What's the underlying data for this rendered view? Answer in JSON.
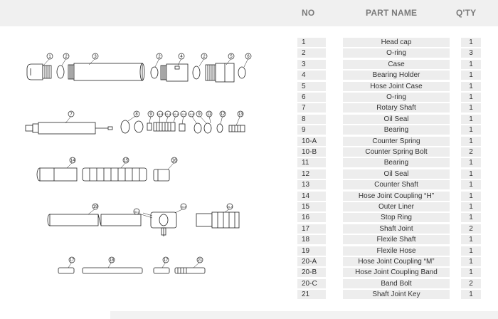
{
  "headers": {
    "no": "NO",
    "part_name": "PART NAME",
    "qty": "Q'TY"
  },
  "parts": [
    {
      "no": "1",
      "name": "Head cap",
      "qty": "1"
    },
    {
      "no": "2",
      "name": "O-ring",
      "qty": "3"
    },
    {
      "no": "3",
      "name": "Case",
      "qty": "1"
    },
    {
      "no": "4",
      "name": "Bearing Holder",
      "qty": "1"
    },
    {
      "no": "5",
      "name": "Hose Joint Case",
      "qty": "1"
    },
    {
      "no": "6",
      "name": "O-ring",
      "qty": "1"
    },
    {
      "no": "7",
      "name": "Rotary Shaft",
      "qty": "1"
    },
    {
      "no": "8",
      "name": "Oil Seal",
      "qty": "1"
    },
    {
      "no": "9",
      "name": "Bearing",
      "qty": "1"
    },
    {
      "no": "10-A",
      "name": "Counter Spring",
      "qty": "1"
    },
    {
      "no": "10-B",
      "name": "Counter Spring Bolt",
      "qty": "2"
    },
    {
      "no": "11",
      "name": "Bearing",
      "qty": "1"
    },
    {
      "no": "12",
      "name": "Oil Seal",
      "qty": "1"
    },
    {
      "no": "13",
      "name": "Counter Shaft",
      "qty": "1"
    },
    {
      "no": "14",
      "name": "Hose Joint Coupling “H”",
      "qty": "1"
    },
    {
      "no": "15",
      "name": "Outer Liner",
      "qty": "1"
    },
    {
      "no": "16",
      "name": "Stop Ring",
      "qty": "1"
    },
    {
      "no": "17",
      "name": "Shaft Joint",
      "qty": "2"
    },
    {
      "no": "18",
      "name": "Flexile Shaft",
      "qty": "1"
    },
    {
      "no": "19",
      "name": "Flexile Hose",
      "qty": "1"
    },
    {
      "no": "20-A",
      "name": "Hose Joint Coupling “M”",
      "qty": "1"
    },
    {
      "no": "20-B",
      "name": "Hose Joint Coupling Band",
      "qty": "1"
    },
    {
      "no": "20-C",
      "name": "Band Bolt",
      "qty": "2"
    },
    {
      "no": "21",
      "name": "Shaft Joint Key",
      "qty": "1"
    }
  ],
  "callouts": {
    "c1": "1",
    "c2": "2",
    "c3": "3",
    "c4": "4",
    "c5": "5",
    "c6": "6",
    "c7": "7",
    "c8": "8",
    "c9": "9",
    "c10b": "10-B",
    "c10a": "10-A",
    "c11": "11",
    "c12": "12",
    "c13": "13",
    "c14": "14",
    "c15": "15",
    "c16": "16",
    "c17": "17",
    "c18": "18",
    "c19": "19",
    "c20a": "20-A",
    "c20b": "20-B",
    "c20c": "20-C",
    "c21": "21"
  }
}
